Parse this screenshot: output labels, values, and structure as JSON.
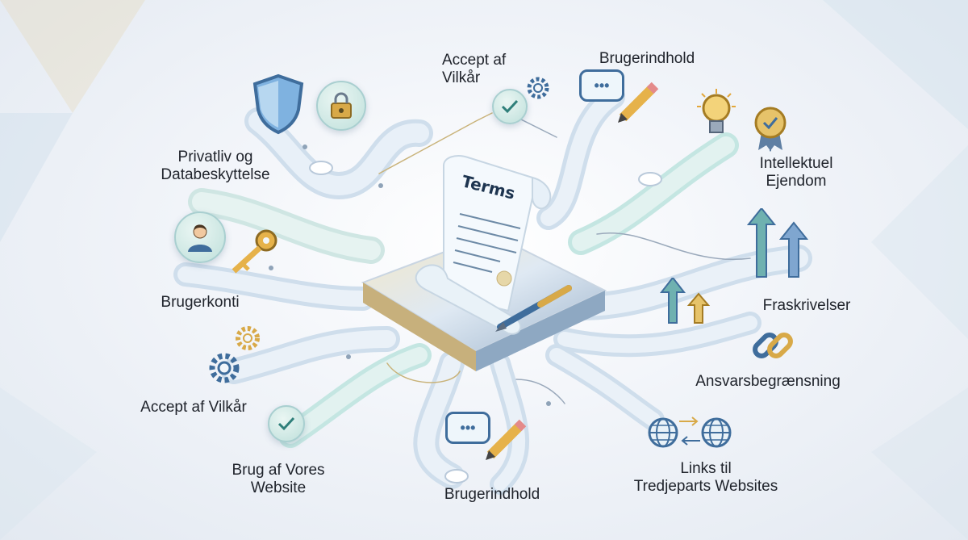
{
  "document": {
    "title": "Terms"
  },
  "nodes": {
    "privacy": "Privatliv og\nDatabeskyttelse",
    "acceptance_top": "Accept af\nVilkår",
    "user_content_top": "Brugerindhold",
    "intellectual_property": "Intellektuel\nEjendom",
    "user_accounts": "Brugerkonti",
    "disclaimers": "Fraskrivelser",
    "limitation_of_liability": "Ansvarsbegrænsning",
    "acceptance_bottom": "Accept af Vilkår",
    "use_of_website": "Brug af Vores\nWebsite",
    "user_content_bottom": "Brugerindhold",
    "third_party_links": "Links til\nTredjeparts Websites"
  },
  "icons": [
    "shield-icon",
    "lock-icon",
    "gear-icon",
    "checkmark-icon",
    "speech-bubble-icon",
    "pencil-icon",
    "lightbulb-icon",
    "award-badge-icon",
    "user-avatar-icon",
    "key-icon",
    "arrow-up-icon",
    "chain-link-icon",
    "globe-icon",
    "pen-icon",
    "document-scroll-icon"
  ],
  "colors": {
    "path_light": "#dbe8f3",
    "path_teal": "#c4e6e2",
    "accent_blue": "#3f6d9c",
    "accent_teal": "#2f7f7a",
    "gold": "#d8a948"
  }
}
